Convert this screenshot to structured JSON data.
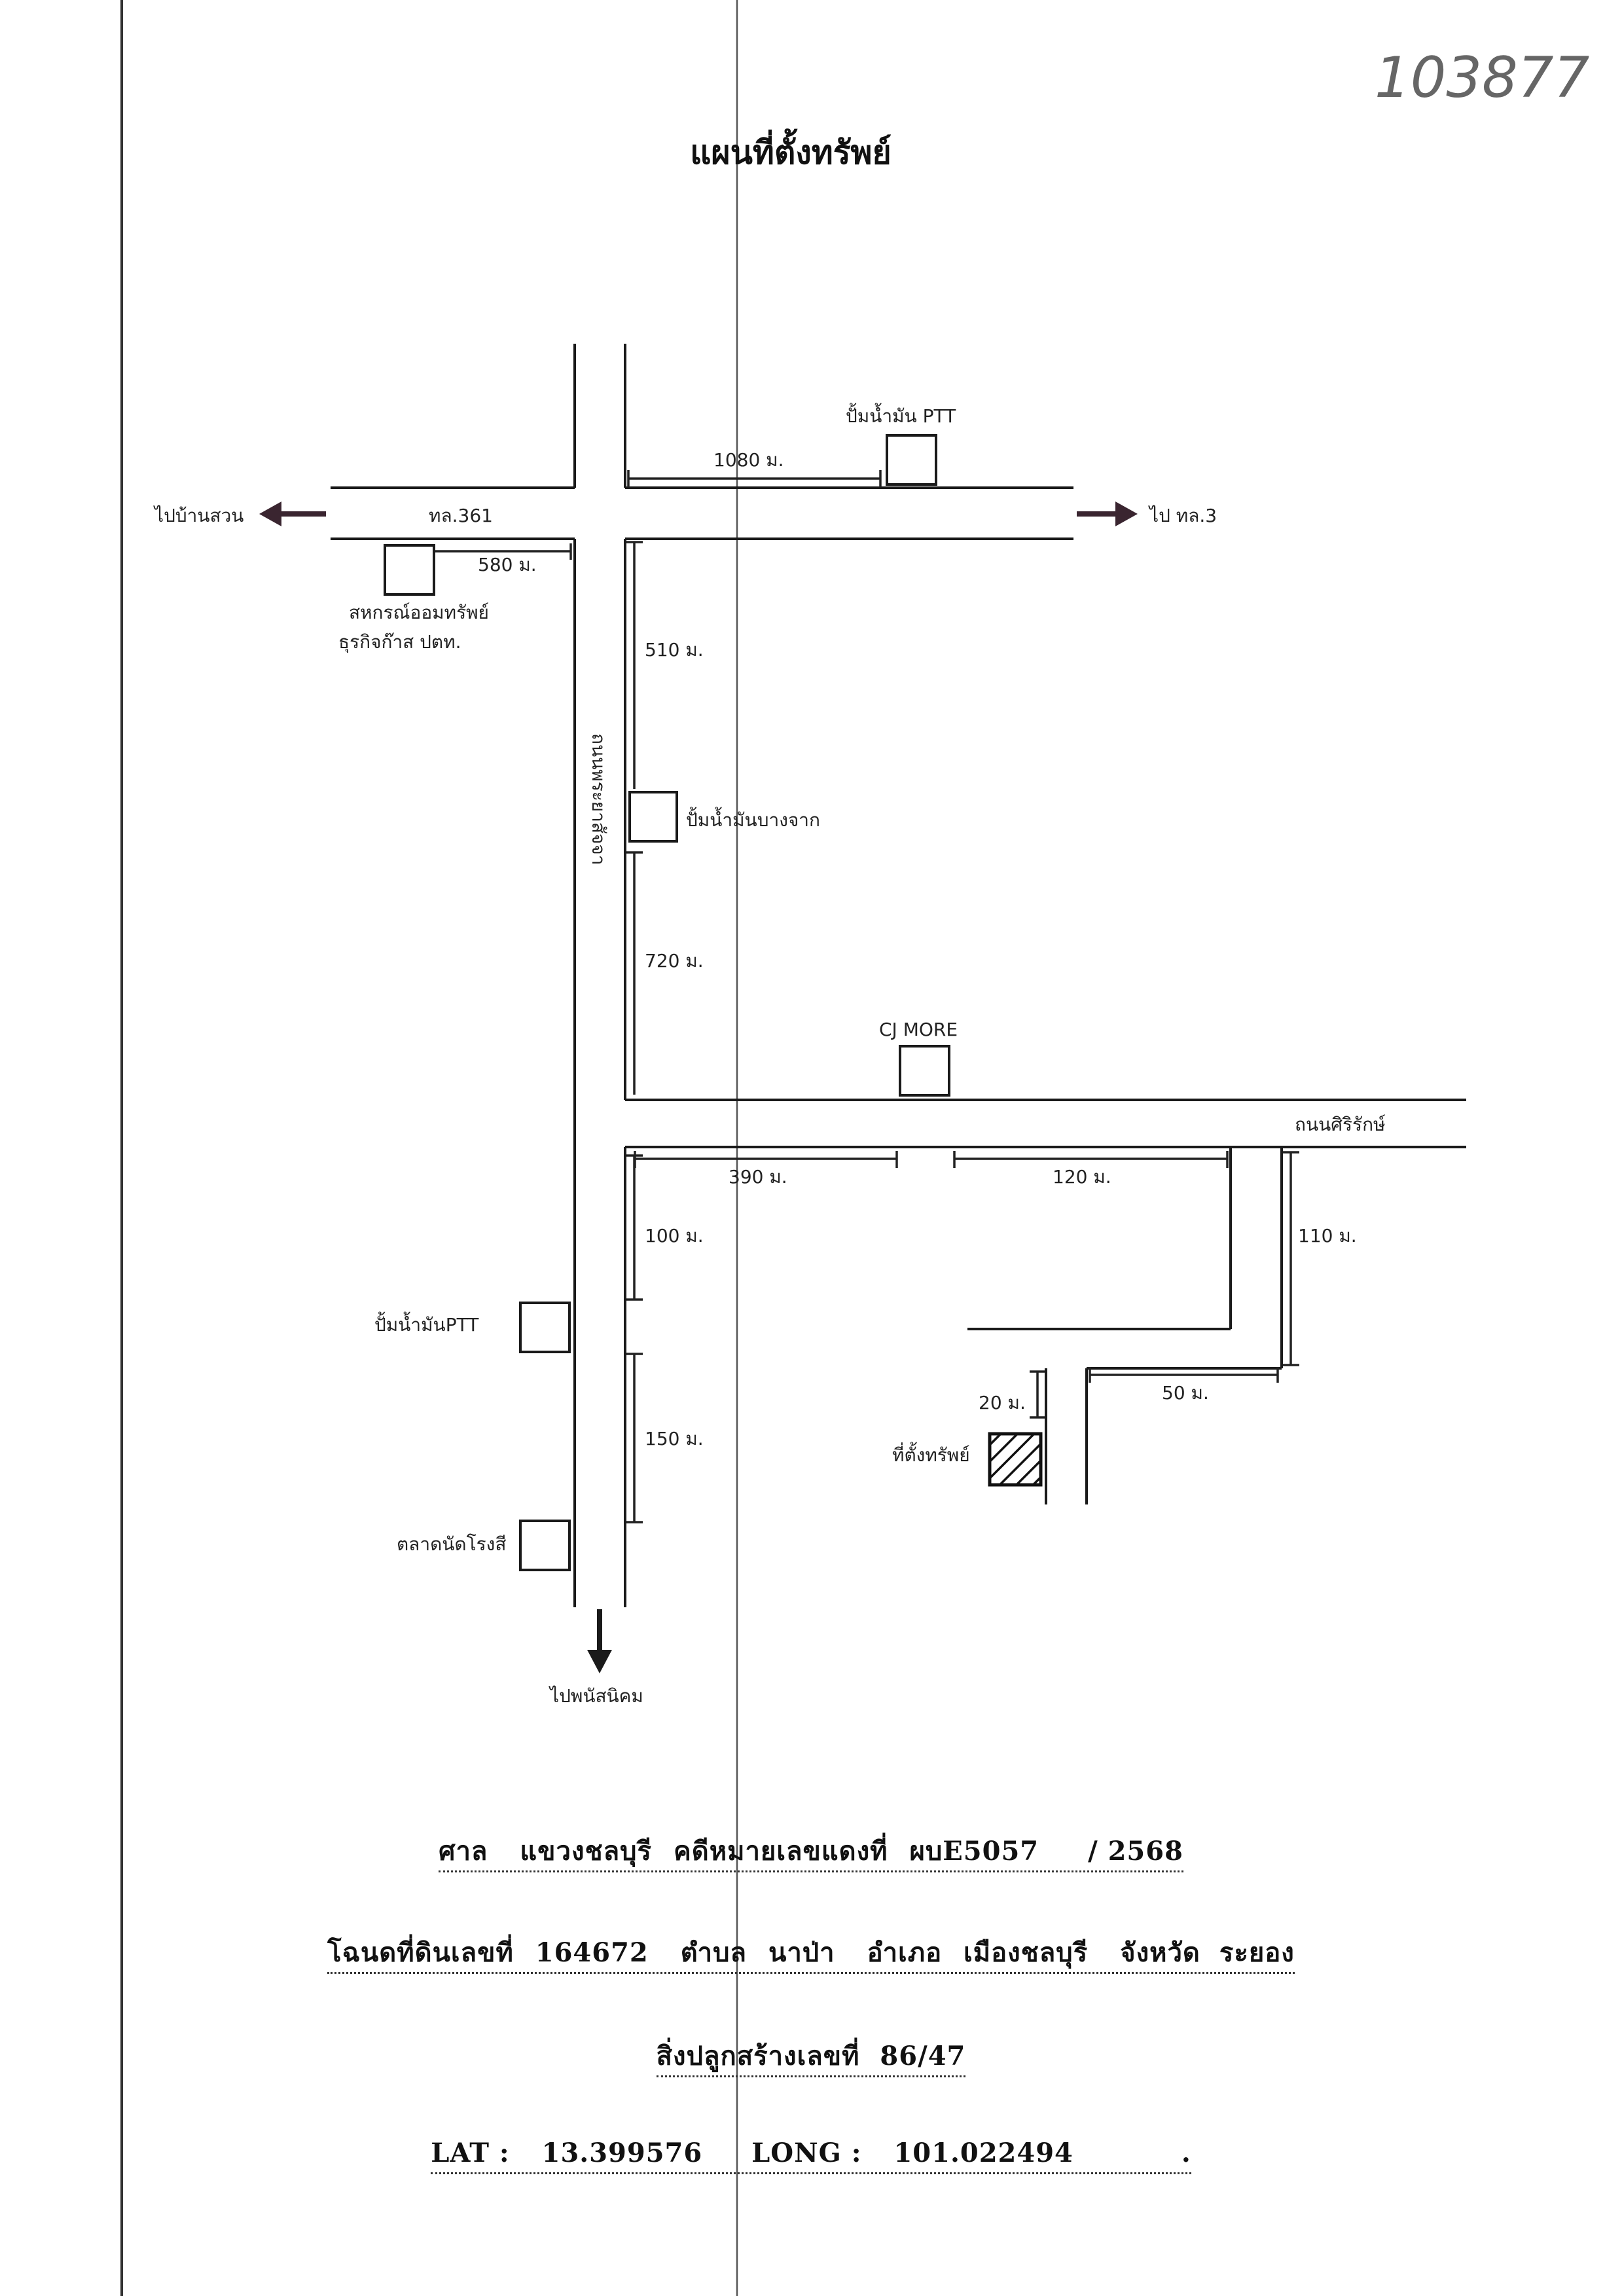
{
  "handwritten_number": "103877",
  "title": "แผนที่ตั้งทรัพย์",
  "roads": {
    "top_highway": "ทล.361",
    "east_road": "ถนนศิริรักษ์",
    "north_south_road": "ถนนพระยาสัจจา"
  },
  "directions": {
    "west": "ไปบ้านสวน",
    "east": "ไป ทล.3",
    "south": "ไปพนัสนิคม"
  },
  "landmarks": {
    "ptt_top": "ปั้มน้ำมัน PTT",
    "coop_line1": "สหกรณ์ออมทรัพย์",
    "coop_line2": "ธุรกิจก๊าส ปตท.",
    "bangchak": "ปั้มน้ำมันบางจาก",
    "cj_more": "CJ MORE",
    "ptt_lower": "ปั้มน้ำมันPTT",
    "market": "ตลาดนัดโรงสี",
    "property": "ที่ตั้งทรัพย์"
  },
  "distances": {
    "d1080": "1080 ม.",
    "d580": "580 ม.",
    "d510": "510 ม.",
    "d720": "720 ม.",
    "d390": "390 ม.",
    "d120": "120 ม.",
    "d110": "110 ม.",
    "d100": "100 ม.",
    "d150": "150 ม.",
    "d20": "20 ม.",
    "d50": "50 ม."
  },
  "footer": {
    "court_label": "ศาล",
    "court_name": "แขวงชลบุรี",
    "case_label": "คดีหมายเลขแดงที่",
    "case_number": "ผบE5057",
    "case_year": "/ 2568",
    "deed_label": "โฉนดที่ดินเลขที่",
    "deed_number": "164672",
    "subdistrict_label": "ตำบล",
    "subdistrict": "นาป่า",
    "district_label": "อำเภอ",
    "district": "เมืองชลบุรี",
    "province_label": "จังหวัด",
    "province": "ระยอง",
    "building_label": "สิ่งปลูกสร้างเลขที่",
    "building_number": "86/47",
    "lat_label": "LAT :",
    "lat": "13.399576",
    "long_label": "LONG :",
    "long": "101.022494",
    "end_mark": "."
  }
}
